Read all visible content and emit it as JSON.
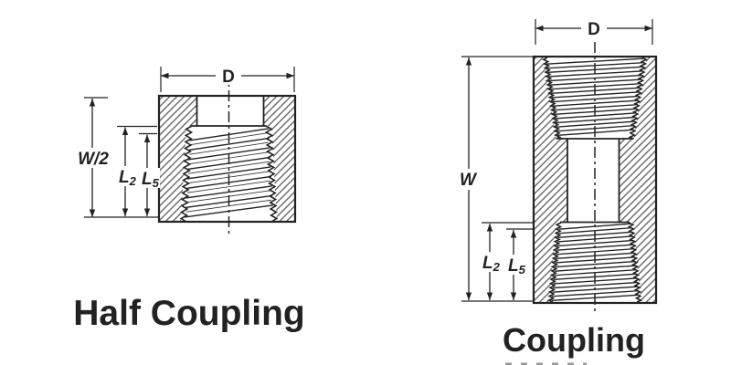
{
  "page": {
    "background": "#ffffff",
    "line_color": "#222222"
  },
  "figures": {
    "half_coupling": {
      "caption": "Half Coupling",
      "dim_d": "D",
      "dim_w": "W/2",
      "dim_l2": {
        "base": "L",
        "sub": "2"
      },
      "dim_l5": {
        "base": "L",
        "sub": "5"
      }
    },
    "coupling": {
      "caption": "Coupling",
      "dim_d": "D",
      "dim_w": "W",
      "dim_l2": {
        "base": "L",
        "sub": "2"
      },
      "dim_l5": {
        "base": "L",
        "sub": "5"
      }
    }
  }
}
